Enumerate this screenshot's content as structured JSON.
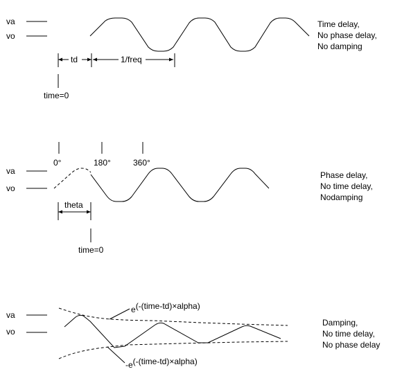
{
  "panel1": {
    "label_va": "va",
    "label_vo": "vo",
    "td": "td",
    "period": "1/freq",
    "time0": "time=0",
    "desc": [
      "Time delay,",
      "No phase delay,",
      "No damping"
    ]
  },
  "panel2": {
    "label_va": "va",
    "label_vo": "vo",
    "deg0": "0°",
    "deg180": "180°",
    "deg360": "360°",
    "theta": "theta",
    "time0": "time=0",
    "desc": [
      "Phase delay,",
      "No time delay,",
      "Nodamping"
    ]
  },
  "panel3": {
    "label_va": "va",
    "label_vo": "vo",
    "env_pos_base": "e",
    "env_pos_exp": "(-(time-td)×alpha)",
    "env_neg_base": "-e",
    "env_neg_exp": "(-(time-td)×alpha)",
    "desc": [
      "Damping,",
      "No time delay,",
      "No phase delay"
    ]
  }
}
